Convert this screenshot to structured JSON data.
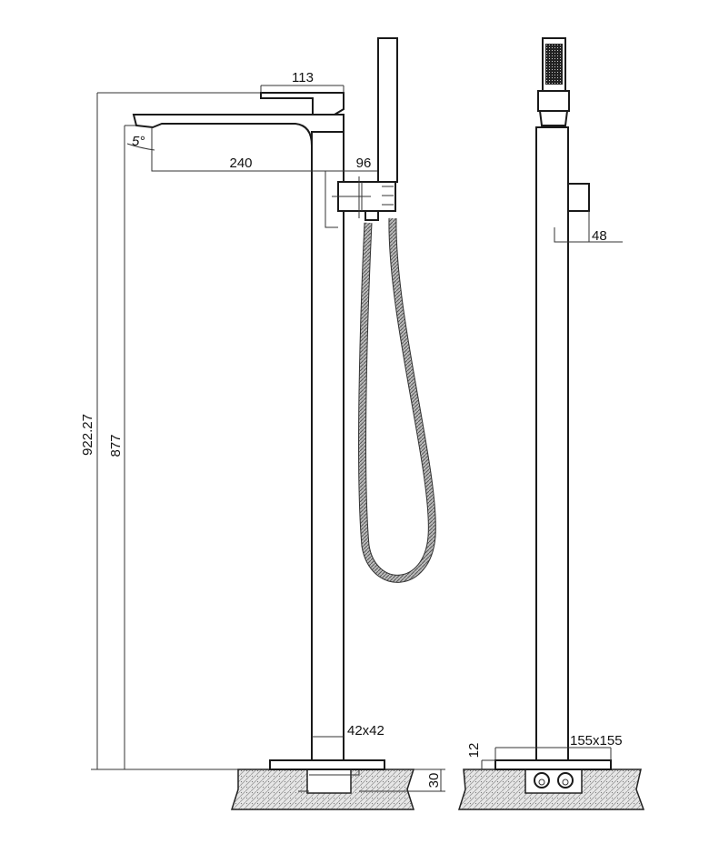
{
  "drawing": {
    "dimensions": {
      "total_height": "922.27",
      "spout_height": "877",
      "handle_length": "113",
      "spout_reach": "240",
      "diverter_offset": "96",
      "spout_angle": "5°",
      "side_offset": "48",
      "column_section": "42x42",
      "base_plate": "155x155",
      "plate_thickness": "12",
      "floor_recess": "30"
    }
  }
}
